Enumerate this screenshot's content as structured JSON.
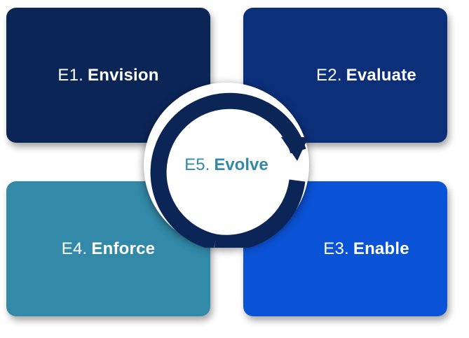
{
  "tiles": {
    "e1": {
      "code": "E1.",
      "word": "Envision",
      "color": "#0b2557"
    },
    "e2": {
      "code": "E2.",
      "word": "Evaluate",
      "color": "#0c2f7a"
    },
    "e3": {
      "code": "E3.",
      "word": "Enable",
      "color": "#0b53d6"
    },
    "e4": {
      "code": "E4.",
      "word": "Enforce",
      "color": "#3389a8"
    }
  },
  "center": {
    "code": "E5.",
    "word": "Evolve",
    "text_color": "#3389a8",
    "ring_color": "#0b2557",
    "icon": "cycle-arrow-icon"
  }
}
